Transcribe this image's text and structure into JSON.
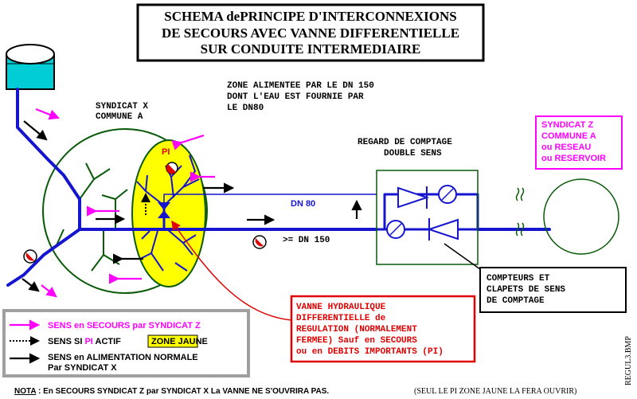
{
  "title": {
    "line1": "SCHEMA dePRINCIPE D'INTERCONNEXIONS",
    "line2": "DE SECOURS AVEC  VANNE DIFFERENTIELLE",
    "line3": "SUR CONDUITE INTERMEDIAIRE"
  },
  "zone_note": {
    "line1": "ZONE ALIMENTEE PAR LE DN 150",
    "line2": "DONT L'EAU EST FOURNIE PAR",
    "line3": "LE DN80"
  },
  "syndicat_x": {
    "line1": "SYNDICAT X",
    "line2": "COMMUNE A"
  },
  "syndicat_z": {
    "line1": "SYNDICAT Z",
    "line2": "COMMUNE A",
    "line3": "ou RESEAU",
    "line4": "ou RESERVOIR"
  },
  "regard": {
    "line1": "REGARD DE COMPTAGE",
    "line2": "DOUBLE SENS"
  },
  "labels": {
    "pi": "PI",
    "dn80": "DN 80",
    "dn150": ">= DN 150"
  },
  "compteurs": {
    "line1": "COMPTEURS ET",
    "line2": "CLAPETS DE SENS",
    "line3": "DE COMPTAGE"
  },
  "vanne": {
    "line1": "VANNE HYDRAULIQUE",
    "line2": "DIFFERENTIELLE de",
    "line3": "REGULATION (NORMALEMENT",
    "line4": "FERMEE) Sauf en SECOURS",
    "line5": "ou en DEBITS IMPORTANTS (PI)"
  },
  "legend": {
    "secours_prefix": "SENS en SECOURS par SYNDICAT Z",
    "pi_prefix": "SENS SI ",
    "pi_word": "PI",
    "pi_middle": " ACTIF ",
    "zone_box": "ZONE JAUNE",
    "normale_line1": "SENS en ALIMENTATION NORMALE",
    "normale_line2": "Par   SYNDICAT X"
  },
  "footer": {
    "nota": "NOTA",
    "text": " :  En SECOURS SYNDICAT Z par SYNDICAT X La VANNE  NE S'OUVRIRA PAS.",
    "paren": "(SEUL LE PI ZONE JAUNE LA FERA OUVRIR)"
  },
  "file_label": "REGUL3.BMP",
  "colors": {
    "pipe": "#1515d0",
    "secours_arrow": "#ff00ff",
    "normal_arrow": "#000000",
    "zone_fill": "#ffff00",
    "network_lines": "#0a5a0a",
    "tank_fill": "#00cdd6",
    "vanne_box": "#e00000",
    "syndicat_z_box": "#ff00ff",
    "legend_box": "#a0a0a0"
  }
}
